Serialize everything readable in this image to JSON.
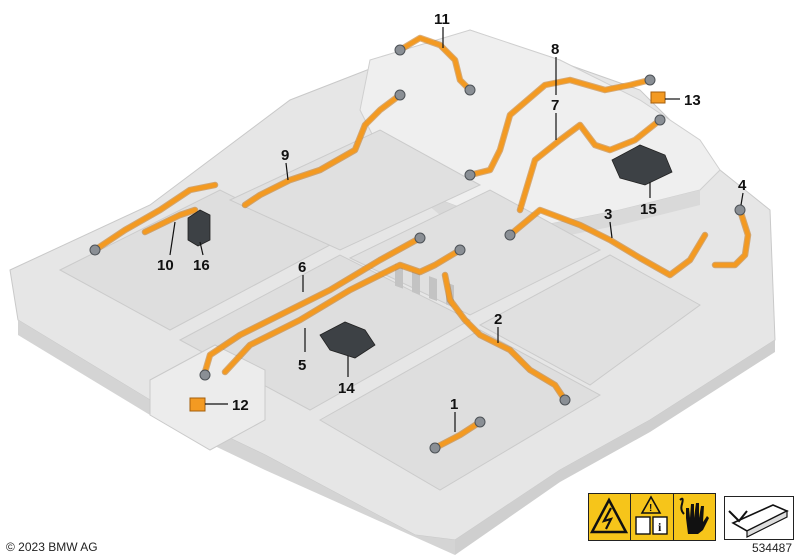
{
  "callouts": [
    {
      "id": "c1",
      "label": "1"
    },
    {
      "id": "c2",
      "label": "2"
    },
    {
      "id": "c3",
      "label": "3"
    },
    {
      "id": "c4",
      "label": "4"
    },
    {
      "id": "c5",
      "label": "5"
    },
    {
      "id": "c6",
      "label": "6"
    },
    {
      "id": "c7",
      "label": "7"
    },
    {
      "id": "c8",
      "label": "8"
    },
    {
      "id": "c9",
      "label": "9"
    },
    {
      "id": "c10",
      "label": "10"
    },
    {
      "id": "c11",
      "label": "11"
    },
    {
      "id": "c12",
      "label": "12"
    },
    {
      "id": "c13",
      "label": "13"
    },
    {
      "id": "c14",
      "label": "14"
    },
    {
      "id": "c15",
      "label": "15"
    },
    {
      "id": "c16",
      "label": "16"
    }
  ],
  "footer": {
    "copyright": "© 2023 BMW AG",
    "diagram_number": "534487"
  },
  "colors": {
    "cable": "#f39a22",
    "housing": "#e3e3e3",
    "warning": "#f6c51a"
  },
  "icons": [
    "high-voltage-warning-icon",
    "manual-info-icon",
    "hand-protection-icon",
    "view-direction-icon"
  ]
}
